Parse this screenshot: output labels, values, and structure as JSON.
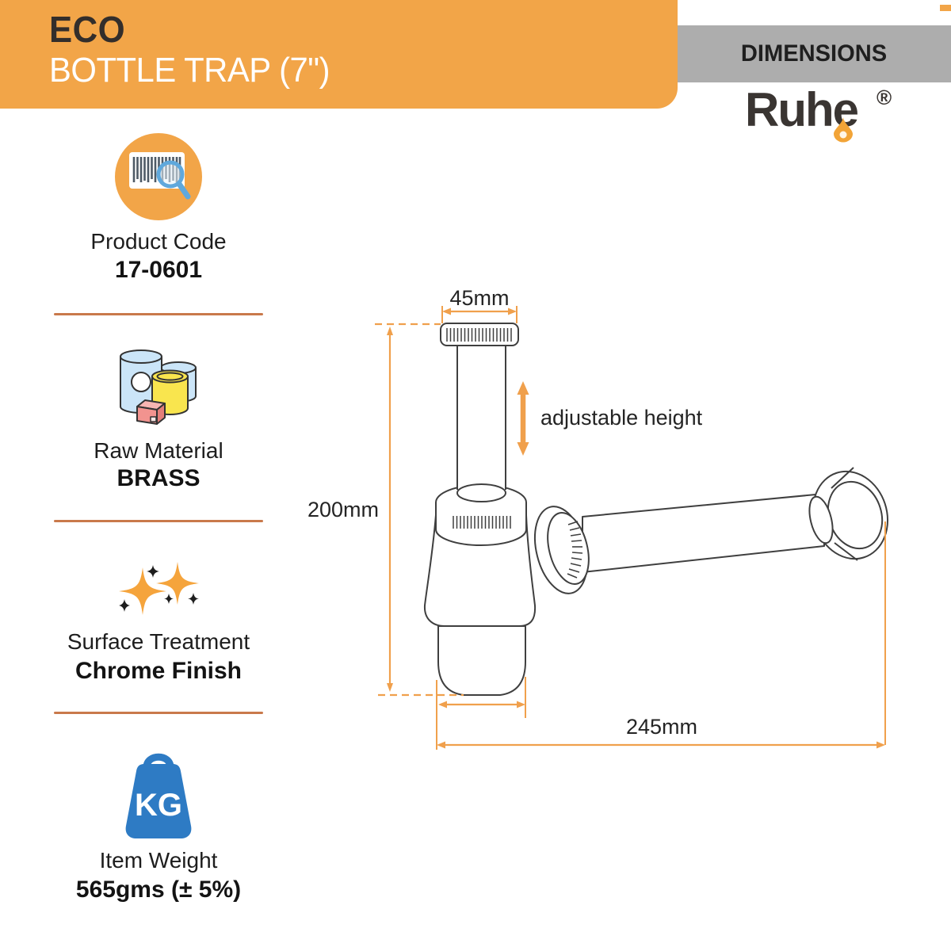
{
  "header": {
    "product_line1": "ECO",
    "product_line2": "BOTTLE TRAP (7\")",
    "banner": "DIMENSIONS",
    "brand": "Ruhe",
    "registered_mark": "®"
  },
  "specs": [
    {
      "icon": "barcode-search",
      "label": "Product Code",
      "value": "17-0601"
    },
    {
      "icon": "material-containers",
      "label": "Raw Material",
      "value": "BRASS"
    },
    {
      "icon": "sparkles",
      "label": "Surface Treatment",
      "value": "Chrome Finish"
    },
    {
      "icon": "kg-weight",
      "icon_text": "KG",
      "label": "Item Weight",
      "value": "565gms (± 5%)"
    }
  ],
  "diagram": {
    "labels": {
      "top_width": "45mm",
      "adjustable": "adjustable height",
      "height": "200mm",
      "length": "245mm"
    }
  },
  "colors": {
    "accent_orange": "#F2A548",
    "dimension_orange": "#F0A04C",
    "divider_orange": "#C9794B",
    "banner_gray": "#ADADAD",
    "icon_blue": "#2E7BC4",
    "magnifier_blue": "#5FA8DC",
    "outline_gray": "#3F3F3F"
  }
}
